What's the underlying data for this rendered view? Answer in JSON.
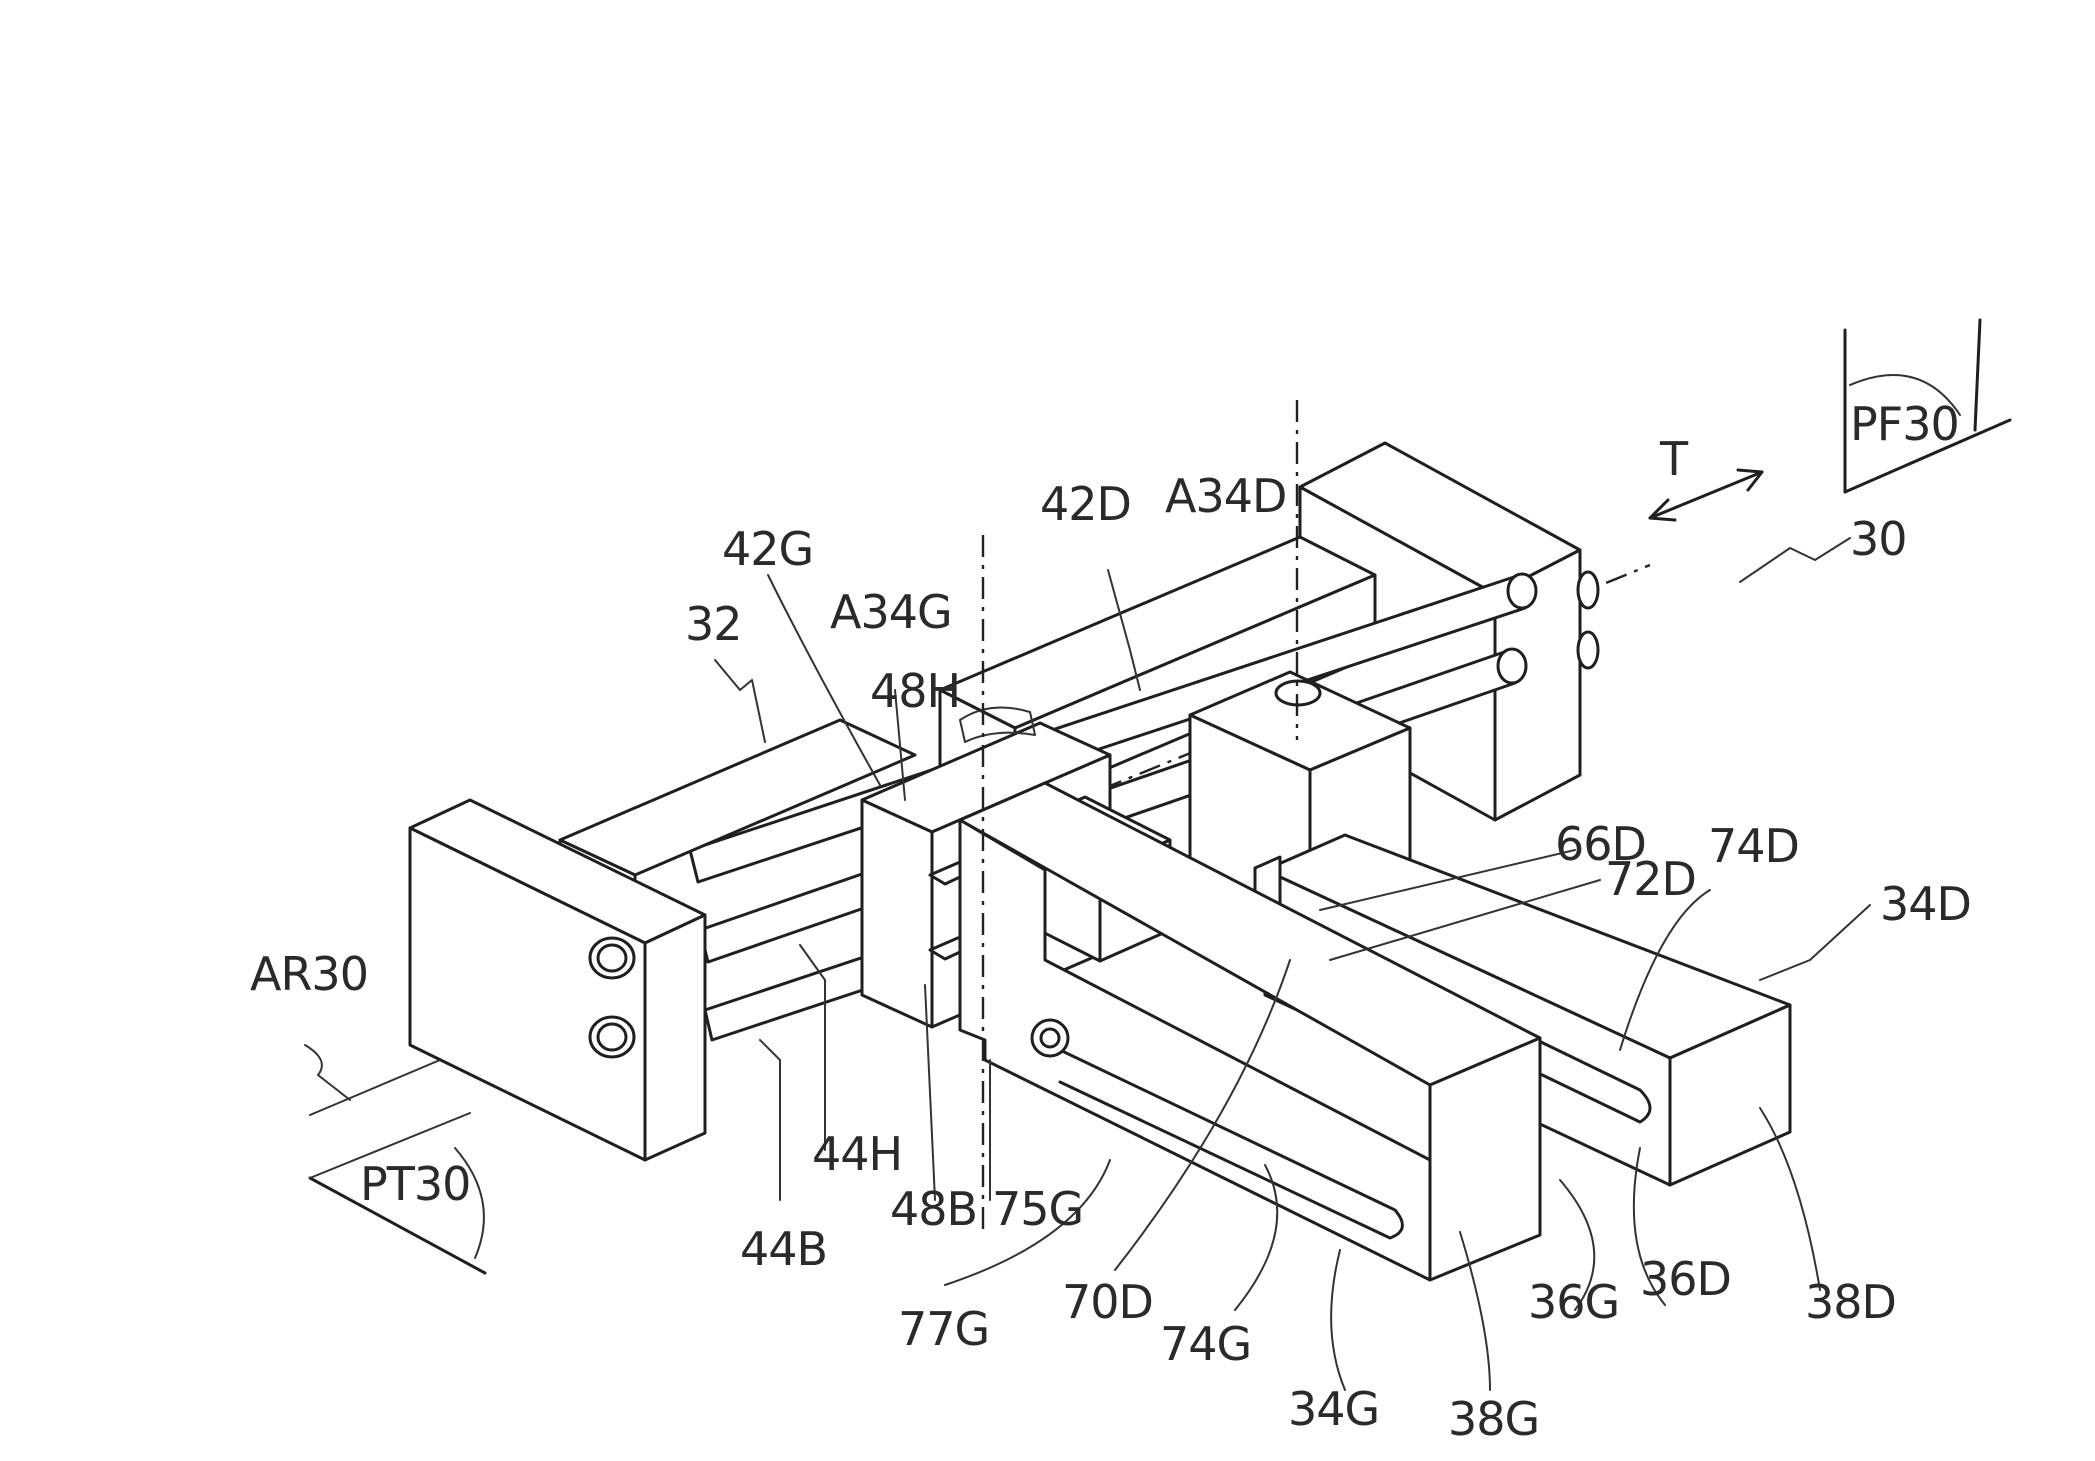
{
  "figure": {
    "labels": {
      "l30": "30",
      "l32": "32",
      "l34D": "34D",
      "l34G": "34G",
      "l36D": "36D",
      "l36G": "36G",
      "l38D": "38D",
      "l38G": "38G",
      "l42D": "42D",
      "l42G": "42G",
      "l44B": "44B",
      "l44H": "44H",
      "l48B": "48B",
      "l48H": "48H",
      "l66D": "66D",
      "l70D": "70D",
      "l72D": "72D",
      "l74D": "74D",
      "l74G": "74G",
      "l75G": "75G",
      "l77G": "77G",
      "lA34D": "A34D",
      "lA34G": "A34G",
      "lAR30": "AR30",
      "lPF30": "PF30",
      "lPT30": "PT30",
      "lT": "T"
    }
  }
}
